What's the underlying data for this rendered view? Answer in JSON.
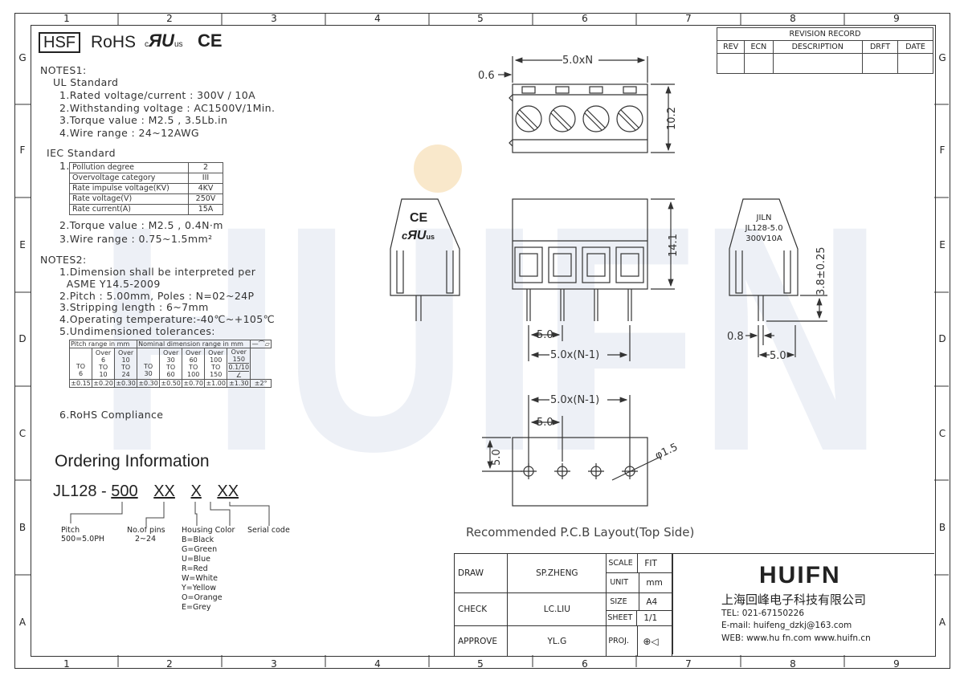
{
  "zones": {
    "columns": [
      "1",
      "2",
      "3",
      "4",
      "5",
      "6",
      "7",
      "8",
      "9"
    ],
    "rows": [
      "G",
      "F",
      "E",
      "D",
      "C",
      "B",
      "A"
    ]
  },
  "certs": {
    "hsf": "HSF",
    "rohs": "RoHS",
    "ul_c": "c",
    "ul_us": "us",
    "ce": "CE"
  },
  "notes1": {
    "title": "NOTES1:",
    "ul_title": "UL Standard",
    "ul_items": [
      "1.Rated voltage/current : 300V / 10A",
      "2.Withstanding voltage : AC1500V/1Min.",
      "3.Torque value : M2.5 , 3.5Lb.in",
      "4.Wire range : 24~12AWG"
    ],
    "iec_title": "IEC Standard",
    "iec_item1_num": "1.",
    "iec_table": [
      [
        "Pollution degree",
        "2"
      ],
      [
        "Overvoltage category",
        "III"
      ],
      [
        "Rate impulse voltage(KV)",
        "4KV"
      ],
      [
        "Rate voltage(V)",
        "250V"
      ],
      [
        "Rate current(A)",
        "15A"
      ]
    ],
    "iec_items": [
      "2.Torque value : M2.5 , 0.4N·m",
      "3.Wire range : 0.75~1.5mm²"
    ]
  },
  "notes2": {
    "title": "NOTES2:",
    "items": [
      "1.Dimension shall be interpreted per",
      "  ASME Y14.5-2009",
      "2.Pitch : 5.00mm, Poles : N=02~24P",
      "3.Stripping length : 6~7mm",
      "4.Operating temperature:-40℃~+105℃",
      "5.Undimensioned tolerances:"
    ],
    "tol_table": {
      "h_pitch": "Pitch range in mm",
      "h_nominal": "Nominal dimension range in mm",
      "h_sym": "—⌒▱",
      "pitch_cols": [
        [
          "",
          "",
          "TO",
          "6"
        ],
        [
          "Over",
          "6",
          "TO",
          "10"
        ],
        [
          "Over",
          "10",
          "TO",
          "24"
        ]
      ],
      "nom_cols": [
        [
          "",
          "",
          "TO",
          "30"
        ],
        [
          "Over",
          "30",
          "TO",
          "60"
        ],
        [
          "Over",
          "60",
          "TO",
          "100"
        ],
        [
          "Over",
          "100",
          "TO",
          "150"
        ],
        [
          "Over",
          "150",
          "",
          ""
        ]
      ],
      "angle_val": "0.1/10",
      "angle_sym": "∠",
      "tols": [
        "±0.15",
        "±0.20",
        "±0.30",
        "±0.30",
        "±0.50",
        "±0.70",
        "±1.00",
        "±1.30",
        "±2°"
      ]
    },
    "rohs": "6.RoHS Compliance"
  },
  "ordering": {
    "title": "Ordering Information",
    "code_prefix": "JL128 -",
    "code_500": "500",
    "code_xx1": "XX",
    "code_x": "X",
    "code_xx2": "XX",
    "pitch_label": "Pitch",
    "pitch_val": "500=5.0PH",
    "pins_label": "No.of pins",
    "pins_val": "2~24",
    "housing_label": "Housing Color",
    "colors": [
      "B=Black",
      "G=Green",
      "U=Blue",
      "R=Red",
      "W=White",
      "Y=Yellow",
      "O=Orange",
      "E=Grey"
    ],
    "serial_label": "Serial code"
  },
  "drawing": {
    "dim_pitch_n": "5.0xN",
    "dim_06": "0.6",
    "dim_102": "10.2",
    "dim_141": "14.1",
    "dim_50": "5.0",
    "dim_50n1": "5.0x(N-1)",
    "dim_08": "0.8",
    "dim_38": "3.8±0.25",
    "dim_hole": "φ1.5",
    "side_label": [
      "JILN",
      "JL128-5.0",
      "300V10A"
    ],
    "side_ce": "CE",
    "pcb_caption": "Recommended P.C.B Layout(Top Side)"
  },
  "revision": {
    "title": "REVISION RECORD",
    "headers": [
      "REV",
      "ECN",
      "DESCRIPTION",
      "DRFT",
      "DATE"
    ]
  },
  "title_block": {
    "draw_label": "DRAW",
    "draw_val": "SP.ZHENG",
    "check_label": "CHECK",
    "check_val": "LC.LIU",
    "approve_label": "APPROVE",
    "approve_val": "YL.G",
    "scale_label": "SCALE",
    "scale_val": "FIT",
    "unit_label": "UNIT",
    "unit_val": "mm",
    "size_label": "SIZE",
    "size_val": "A4",
    "sheet_label": "SHEET",
    "sheet_val": "1/1",
    "proj_label": "PROJ.",
    "logo": "HUIFN",
    "company": "上海回峰电子科技有限公司",
    "tel": "TEL: 021-67150226",
    "email": "E-mail: huifeng_dzkj@163.com",
    "web": "WEB: www.hu fn.com   www.huifn.cn"
  },
  "watermark": "HUIFN",
  "colors": {
    "line": "#333333",
    "watermark": "#dfe5f0",
    "accent": "#f5d9a8"
  }
}
